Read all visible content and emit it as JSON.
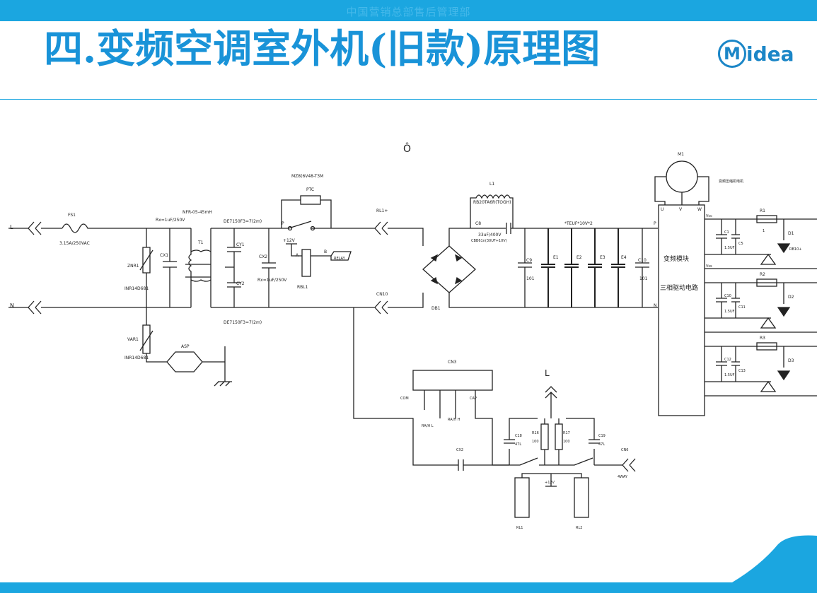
{
  "header": {
    "banner": "中国营销总部售后管理部",
    "title": "四.变频空调室外机(旧款)原理图",
    "logo": "Midea"
  },
  "diagram": {
    "labels": {
      "fuse": "FS1",
      "fuse_rating": "3.15A/250VAC",
      "terminal_l": "L",
      "terminal_n": "N",
      "varistor1": "ZNR1",
      "varistor1_val": "INR14D681",
      "varistor2": "VAR1",
      "varistor2_val": "INR14D681",
      "arrester": "ASP",
      "cx1": "CX1",
      "cx1_val": "Rx=1uF/250V",
      "choke": "T1",
      "choke_val": "NFR-05-45mH",
      "cy1": "CY1",
      "cy2": "CY2",
      "cy_top_val": "DE7150F3=7(2m)",
      "cy_bot_val": "DE7150F3=7(2m)",
      "cx2": "CX2",
      "cx2_val": "Rx=1uF/250V",
      "ptc": "PTC",
      "ptc_val": "MZ8(6V48-T3M",
      "relay_p": "P",
      "relay_plus12": "+12V",
      "relay_a": "A",
      "relay_b": "B",
      "relay_ctrl": "RELAY",
      "relay": "RBL1",
      "conn1": "RL1+",
      "conn2": "CN10",
      "bridge": "DB1",
      "inductor": "L1",
      "inductor_val": "RB20TA6R(TOGH)",
      "cap_series": "C8",
      "cap_series_val": "33uF/400V",
      "cap_series_val2": "CBB61n(30UF+10V)",
      "c_small": "C9",
      "c_small_val": "101",
      "bus_label": "*TEUF*10V*2",
      "e1": "E1",
      "e2": "E2",
      "e3": "E3",
      "e4": "E4",
      "c10": "C10",
      "c10_val": "101",
      "bus_p": "P",
      "bus_n": "N",
      "module_line1": "变频模块",
      "module_line2": "三相驱动电路",
      "motor": "M1",
      "motor_desc": "变频压缩机电机",
      "motor_u": "U",
      "motor_v": "V",
      "motor_w": "W",
      "c_up": "C1",
      "c_vp": "C10",
      "c_wp": "C12",
      "c_uval": "1.5UF",
      "c_vval": "1.5UF",
      "c_wval": "1.5UF",
      "c_un": "C5",
      "c_vn": "C11",
      "c_wn": "C13",
      "r_u": "R1",
      "r_v": "R2",
      "r_w": "R3",
      "r_val": "1",
      "d_u": "D1",
      "d_v": "D2",
      "d_w": "D3",
      "d_val": "RB10+",
      "vcc": "Vcc",
      "vss": "Vss",
      "ic": "CN3",
      "ic_pin_com": "COM",
      "ic_pin_cap": "CAP",
      "ic_pin_ranl": "RA/H L",
      "ic_pin_ranh": "RA/H H",
      "cap_run": "CX2",
      "c18": "C18",
      "c18_val": "47L",
      "c19": "C19",
      "c19_val": "47L",
      "r16": "R16",
      "r16_val": "100",
      "r17": "R17",
      "r17_val": "100",
      "l_top": "L",
      "plus12": "+12V",
      "out_conn": "CN6",
      "out_conn_val": "4WAY",
      "rl1": "RL1",
      "rl2": "RL2",
      "marker": "Ô"
    }
  }
}
